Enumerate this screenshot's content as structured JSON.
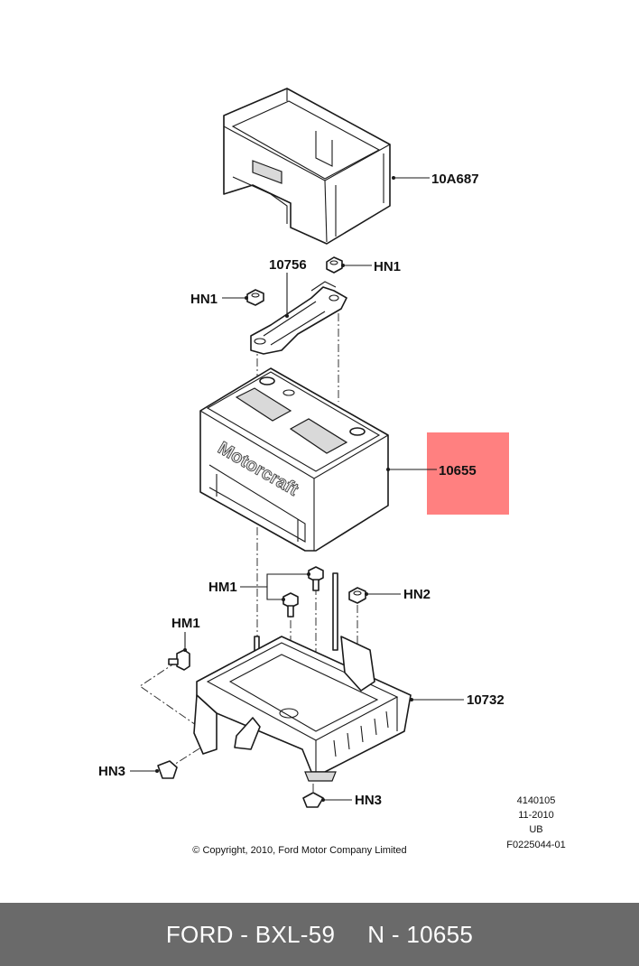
{
  "diagram": {
    "labels": {
      "tray_cover": "10A687",
      "hold_down": "10756",
      "hn1_right": "HN1",
      "hn1_left": "HN1",
      "battery": "10655",
      "hm1_top": "HM1",
      "hn2": "HN2",
      "hm1_left": "HM1",
      "tray": "10732",
      "hn3_left": "HN3",
      "hn3_bottom": "HN3"
    },
    "battery_brand": "Motorcraft",
    "meta": {
      "code": "4140105",
      "date": "11-2010",
      "region": "UB",
      "figure_id": "F0225044-01"
    },
    "copyright": "© Copyright, 2010, Ford Motor Company Limited",
    "highlight_color": "#ff8080"
  },
  "footer": {
    "left": "FORD - BXL-59",
    "right": "N - 10655"
  }
}
